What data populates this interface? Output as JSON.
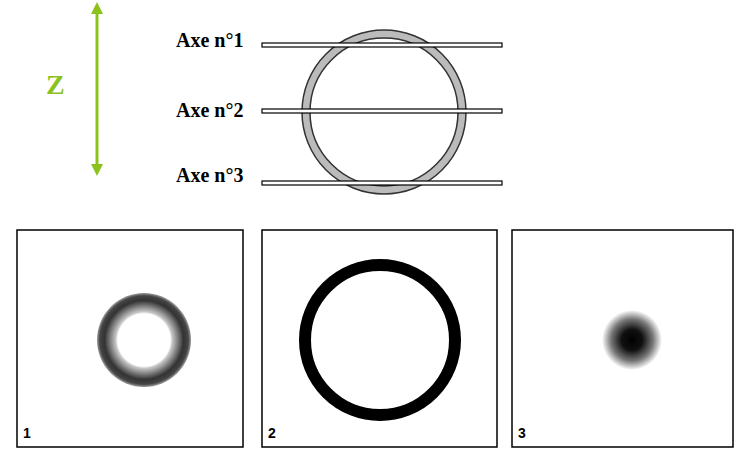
{
  "diagram": {
    "labels": [
      "Z",
      "Axe n°1",
      "Axe n°2",
      "Axe n°3",
      "1",
      "2",
      "3"
    ]
  }
}
